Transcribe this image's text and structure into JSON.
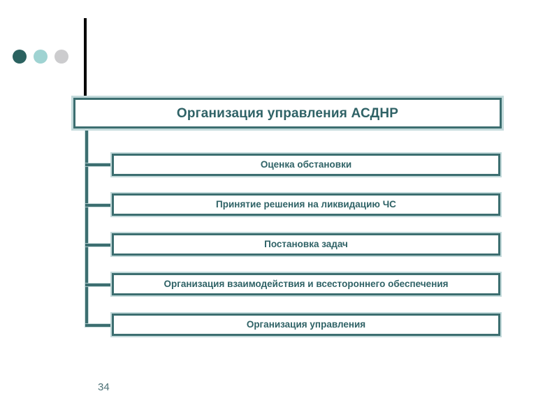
{
  "slide": {
    "number": "34",
    "background_color": "#ffffff",
    "accent_color": "#3c6e70",
    "text_color": "#2f6266"
  },
  "decor": {
    "dots": [
      {
        "name": "dot-dark-teal",
        "color": "#2b6260"
      },
      {
        "name": "dot-light-teal",
        "color": "#9fd3d2"
      },
      {
        "name": "dot-gray",
        "color": "#ccccce"
      }
    ],
    "accent_bar_color": "#000000"
  },
  "diagram": {
    "title": "Организация управления АСДНР",
    "items": [
      {
        "label": "Оценка обстановки"
      },
      {
        "label": "Принятие решения на ликвидацию ЧС"
      },
      {
        "label": "Постановка задач"
      },
      {
        "label": "Организация взаимодействия и всестороннего обеспечения"
      },
      {
        "label": "Организация управления"
      }
    ]
  }
}
